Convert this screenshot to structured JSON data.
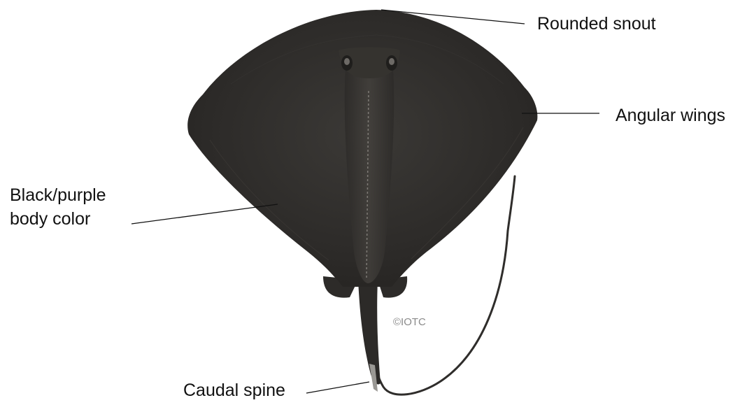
{
  "labels": {
    "snout": "Rounded snout",
    "wings": "Angular wings",
    "body_line1": "Black/purple",
    "body_line2": "body color",
    "spine": "Caudal spine"
  },
  "copyright": "©IOTC",
  "colors": {
    "body": "#2e2c2a",
    "body_highlight": "#4a4744",
    "leader_line": "#111111",
    "text": "#111111",
    "watermark": "#8a8a8a"
  }
}
